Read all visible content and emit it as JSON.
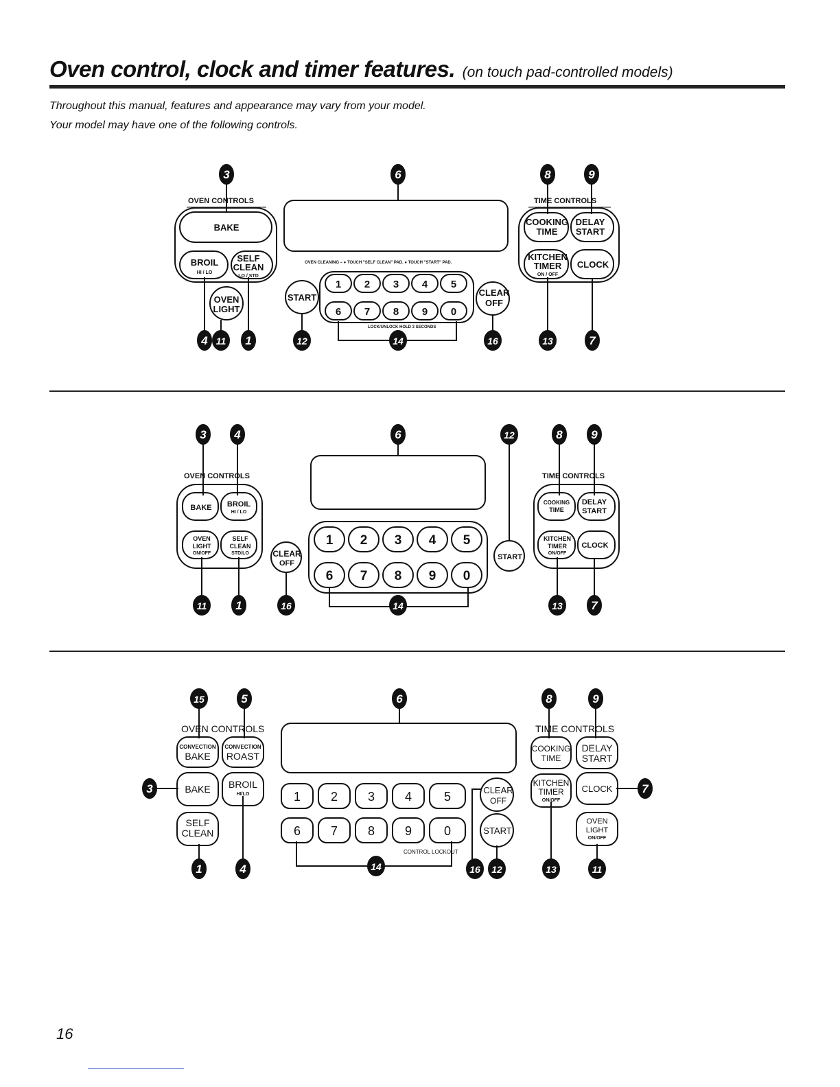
{
  "header": {
    "title": "Oven control, clock and timer features.",
    "subtitle": "(on touch pad-controlled models)"
  },
  "intro": {
    "line1": "Throughout this manual, features and appearance may vary from your model.",
    "line2": "Your model may have one of the following controls."
  },
  "panel1": {
    "oven_controls_label": "OVEN CONTROLS",
    "time_controls_label": "TIME CONTROLS",
    "bake": "BAKE",
    "broil": "BROIL",
    "broil_sub": "HI / LO",
    "self": "SELF",
    "clean": "CLEAN",
    "clean_sub": "LO / STD",
    "oven": "OVEN",
    "light": "LIGHT",
    "start": "START",
    "clear": "CLEAR",
    "off": "OFF",
    "cleaning_note": "OVEN CLEANING –  ● TOUCH \"SELF CLEAN\" PAD.  ● TOUCH \"START\" PAD.",
    "lock_note": "LOCK/UNLOCK HOLD 3 SECONDS",
    "cooking": "COOKING",
    "time": "TIME",
    "delay": "DELAY",
    "start_word": "START",
    "kitchen": "KITCHEN",
    "timer": "TIMER",
    "timer_sub": "ON / OFF",
    "clock": "CLOCK",
    "numbers": [
      "1",
      "2",
      "3",
      "4",
      "5",
      "6",
      "7",
      "8",
      "9",
      "0"
    ],
    "callouts": {
      "c3": "3",
      "c6": "6",
      "c8": "8",
      "c9": "9",
      "c4": "4",
      "c11": "11",
      "c1": "1",
      "c12": "12",
      "c14": "14",
      "c16": "16",
      "c13": "13",
      "c7": "7"
    }
  },
  "panel2": {
    "oven_controls_label": "OVEN CONTROLS",
    "time_controls_label": "TIME CONTROLS",
    "bake": "BAKE",
    "broil": "BROIL",
    "broil_sub": "HI / LO",
    "oven": "OVEN",
    "light": "LIGHT",
    "light_sub": "ON/OFF",
    "self": "SELF",
    "clean": "CLEAN",
    "clean_sub": "STD/LO",
    "clear": "CLEAR",
    "off": "OFF",
    "start": "START",
    "cooking": "COOKING",
    "time": "TIME",
    "delay": "DELAY",
    "start_word": "START",
    "kitchen": "KITCHEN",
    "timer": "TIMER",
    "timer_sub": "ON/OFF",
    "clock": "CLOCK",
    "numbers": [
      "1",
      "2",
      "3",
      "4",
      "5",
      "6",
      "7",
      "8",
      "9",
      "0"
    ],
    "callouts": {
      "c3": "3",
      "c4": "4",
      "c6": "6",
      "c12": "12",
      "c8": "8",
      "c9": "9",
      "c11": "11",
      "c1": "1",
      "c16": "16",
      "c14": "14",
      "c13": "13",
      "c7": "7"
    }
  },
  "panel3": {
    "oven_controls_label": "OVEN CONTROLS",
    "time_controls_label": "TIME CONTROLS",
    "convection": "CONVECTION",
    "bake": "BAKE",
    "roast": "ROAST",
    "broil": "BROIL",
    "broil_sub": "HI/LO",
    "self": "SELF",
    "clean": "CLEAN",
    "clear": "CLEAR",
    "off": "OFF",
    "start": "START",
    "control_lockout": "CONTROL LOCKOUT",
    "cooking": "COOKING",
    "time": "TIME",
    "delay": "DELAY",
    "start_word": "START",
    "kitchen": "KITCHEN",
    "timer": "TIMER",
    "timer_sub": "ON/OFF",
    "clock": "CLOCK",
    "oven": "OVEN",
    "light": "LIGHT",
    "light_sub": "ON/OFF",
    "numbers": [
      "1",
      "2",
      "3",
      "4",
      "5",
      "6",
      "7",
      "8",
      "9",
      "0"
    ],
    "callouts": {
      "c15": "15",
      "c5": "5",
      "c6": "6",
      "c8": "8",
      "c9": "9",
      "c3": "3",
      "c7": "7",
      "c1": "1",
      "c4": "4",
      "c14": "14",
      "c16": "16",
      "c12": "12",
      "c13": "13",
      "c11": "11"
    }
  },
  "page_number": "16"
}
